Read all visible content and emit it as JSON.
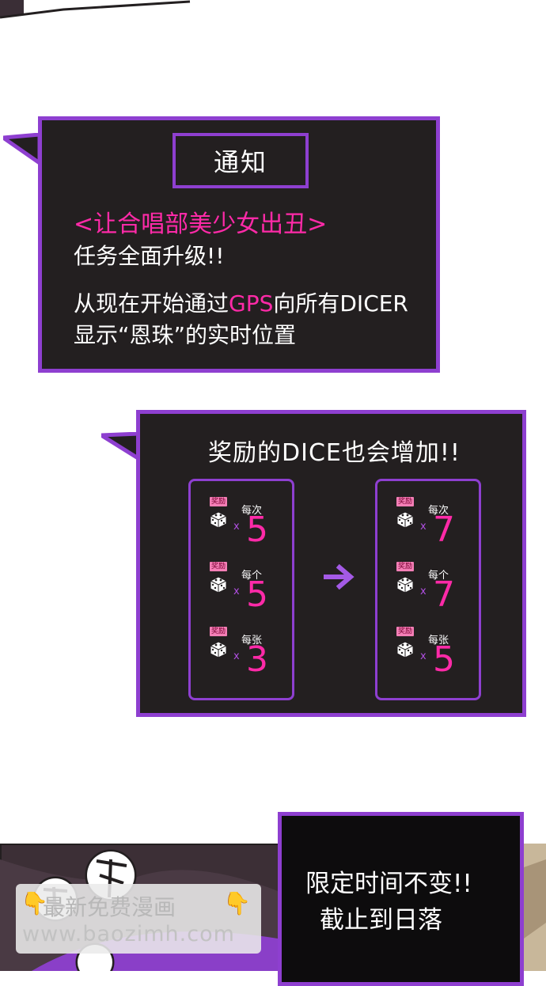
{
  "notice": {
    "title": "通知",
    "mission": "<让合唱部美少女出丑>",
    "upgrade": "任务全面升级!!",
    "line1_before": "从现在开始通过",
    "line1_gps": "GPS",
    "line1_after": "向所有DICER",
    "line2": "显示“恩珠”的实时位置"
  },
  "reward": {
    "headline": "奖励的DICE也会增加!!",
    "badge": "奖励",
    "before": [
      {
        "label": "每次",
        "value": "5"
      },
      {
        "label": "每个",
        "value": "5"
      },
      {
        "label": "每张",
        "value": "3"
      }
    ],
    "after": [
      {
        "label": "每次",
        "value": "7"
      },
      {
        "label": "每个",
        "value": "7"
      },
      {
        "label": "每张",
        "value": "5"
      }
    ],
    "times_sign": "x"
  },
  "time_notice": {
    "line1": "限定时间不变!!",
    "line2": "截止到日落"
  },
  "watermark": {
    "line1": "最新免费漫画",
    "line2": "www.baozimh.com"
  },
  "colors": {
    "frame_purple": "#8e3fd0",
    "accent_pink": "#ff2aa8",
    "box_dark": "#231f20"
  }
}
